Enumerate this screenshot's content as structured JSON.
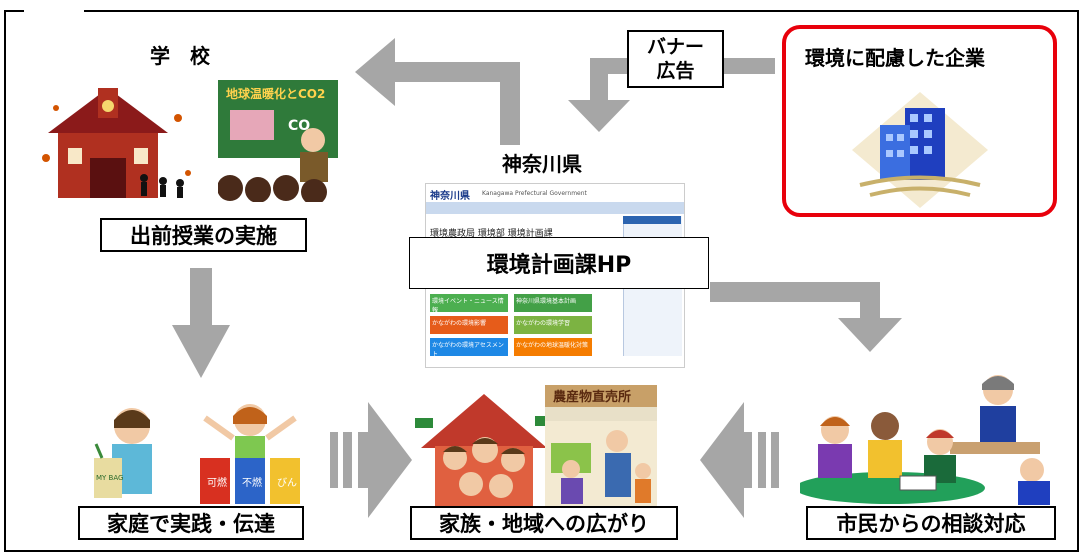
{
  "school": {
    "title": "学　校",
    "board_text": "地球温暖化とCO2",
    "board_sub": "CO",
    "caption": "出前授業の実施"
  },
  "banner": {
    "line1": "バナー",
    "line2": "広告"
  },
  "company": {
    "title": "環境に配慮した企業"
  },
  "pref": {
    "title": "神奈川県"
  },
  "website": {
    "header": "神奈川県",
    "header_en": "Kanagawa Prefectural Government",
    "breadcrumb": "環境農政局 環境部 環境計画課",
    "hp_label": "環境計画課HP",
    "tiles": [
      "環境イベント・ニュース情報",
      "神奈川県環境基本計画",
      "かながわの環境影響",
      "かながわの環境学習",
      "かながわの環境アセスメント",
      "かながわの地球温暖化対策"
    ]
  },
  "home": {
    "caption": "家庭で実践・伝達",
    "bag_text": "MY BAG",
    "bins": [
      "可燃",
      "不燃",
      "びん"
    ]
  },
  "community": {
    "caption": "家族・地域への広がり",
    "shop_sign": "農産物直売所"
  },
  "citizens": {
    "caption": "市民からの相談対応"
  },
  "colors": {
    "arrow": "#a6a6a6",
    "company_border": "#e8000b",
    "house": "#c0392b"
  }
}
